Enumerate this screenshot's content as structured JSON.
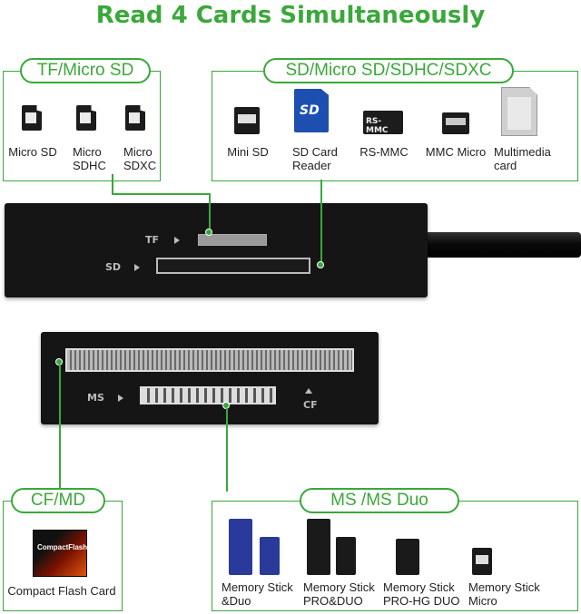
{
  "title": "Read 4 Cards Simultaneously",
  "panels": {
    "tf": {
      "label": "TF/Micro SD",
      "items": [
        "Micro SD",
        "Micro\nSDHC",
        "Micro\nSDXC"
      ]
    },
    "sd": {
      "label": "SD/Micro SD/SDHC/SDXC",
      "items": [
        "Mini SD",
        "SD Card\nReader",
        "RS-MMC",
        "MMC Micro",
        "Multimedia\ncard"
      ]
    },
    "cf": {
      "label": "CF/MD",
      "items": [
        "Compact Flash Card"
      ]
    },
    "ms": {
      "label": "MS /MS Duo",
      "items": [
        "Memory Stick\n&Duo",
        "Memory Stick\nPRO&DUO",
        "Memory Stick\nPRO-HG DUO",
        "Memory Stick\nMicro"
      ]
    }
  },
  "device": {
    "tf_slot_label": "TF",
    "sd_slot_label": "SD",
    "ms_slot_label": "MS",
    "cf_slot_label": "CF"
  },
  "card_text": {
    "sd_logo": "SD",
    "rs_mmc": "RS-MMC",
    "cf_logo": "CompactFlash"
  },
  "colors": {
    "accent": "#3aa83a",
    "device": "#151515"
  }
}
